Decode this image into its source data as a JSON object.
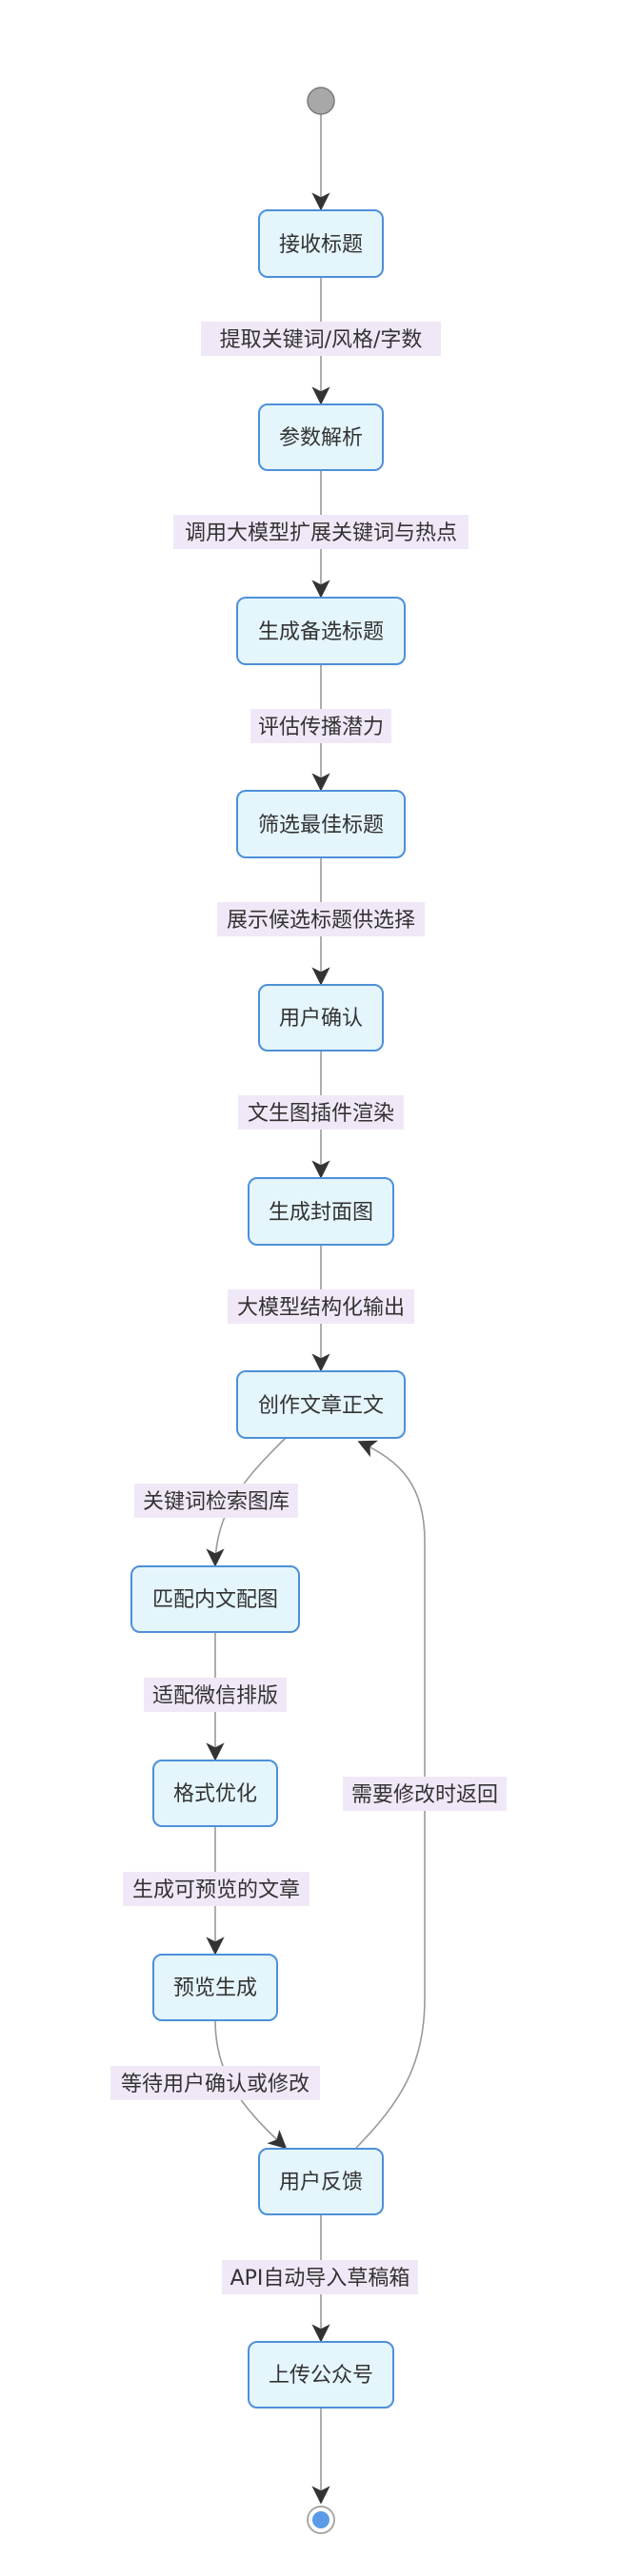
{
  "nodes": [
    {
      "id": "n1",
      "label": "接收标题"
    },
    {
      "id": "n2",
      "label": "参数解析"
    },
    {
      "id": "n3",
      "label": "生成备选标题"
    },
    {
      "id": "n4",
      "label": "筛选最佳标题"
    },
    {
      "id": "n5",
      "label": "用户确认"
    },
    {
      "id": "n6",
      "label": "生成封面图"
    },
    {
      "id": "n7",
      "label": "创作文章正文"
    },
    {
      "id": "n8",
      "label": "匹配内文配图"
    },
    {
      "id": "n9",
      "label": "格式优化"
    },
    {
      "id": "n10",
      "label": "预览生成"
    },
    {
      "id": "n11",
      "label": "用户反馈"
    },
    {
      "id": "n12",
      "label": "上传公众号"
    }
  ],
  "edges": [
    {
      "from": "start",
      "to": "n1",
      "label": ""
    },
    {
      "from": "n1",
      "to": "n2",
      "label": "提取关键词/风格/字数"
    },
    {
      "from": "n2",
      "to": "n3",
      "label": "调用大模型扩展关键词与热点"
    },
    {
      "from": "n3",
      "to": "n4",
      "label": "评估传播潜力"
    },
    {
      "from": "n4",
      "to": "n5",
      "label": "展示候选标题供选择"
    },
    {
      "from": "n5",
      "to": "n6",
      "label": "文生图插件渲染"
    },
    {
      "from": "n6",
      "to": "n7",
      "label": "大模型结构化输出"
    },
    {
      "from": "n7",
      "to": "n8",
      "label": "关键词检索图库"
    },
    {
      "from": "n8",
      "to": "n9",
      "label": "适配微信排版"
    },
    {
      "from": "n9",
      "to": "n10",
      "label": "生成可预览的文章"
    },
    {
      "from": "n10",
      "to": "n11",
      "label": "等待用户确认或修改"
    },
    {
      "from": "n11",
      "to": "n7",
      "label": "需要修改时返回"
    },
    {
      "from": "n11",
      "to": "n12",
      "label": "API自动导入草稿箱"
    },
    {
      "from": "n12",
      "to": "end",
      "label": ""
    }
  ]
}
